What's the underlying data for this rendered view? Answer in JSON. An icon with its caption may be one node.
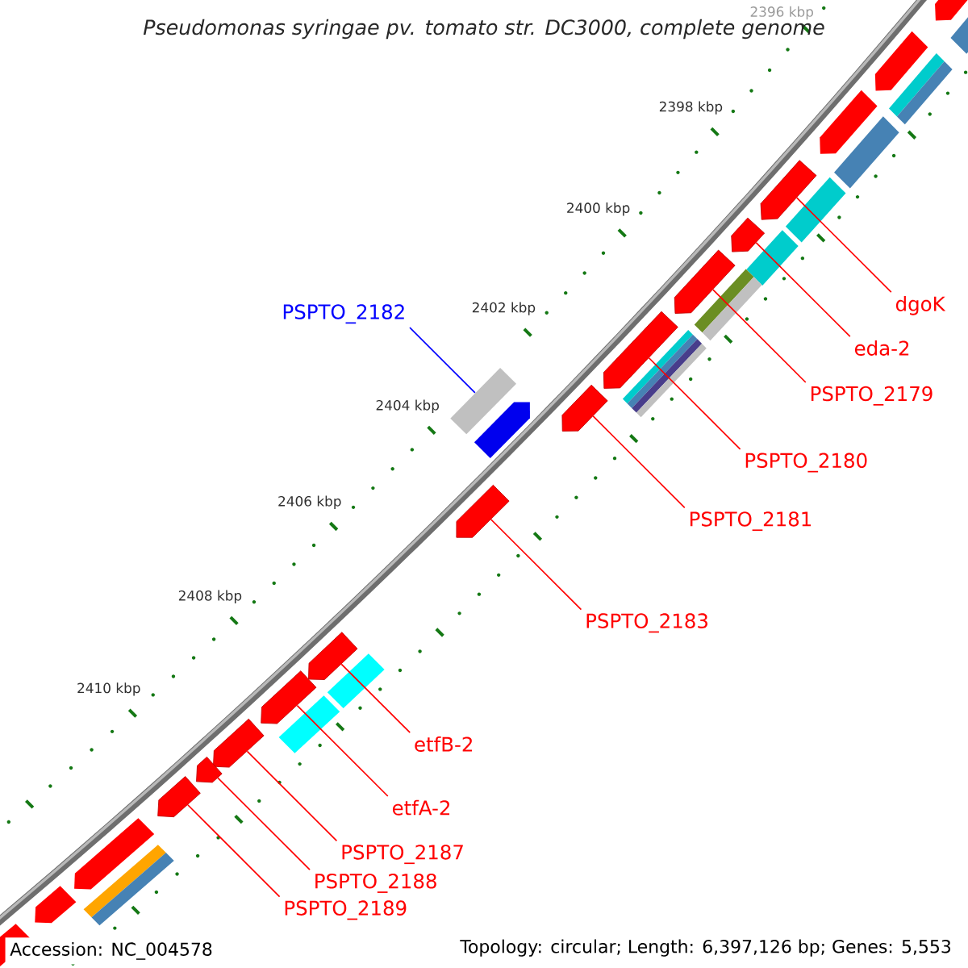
{
  "diagram": {
    "title": "Pseudomonas syringae pv. tomato str. DC3000, complete genome",
    "nodes": [
      {
        "text": [
          "dgoK"
        ]
      },
      {
        "text": [
          "PSPTO_2182"
        ]
      },
      {
        "text": [
          "eda-2"
        ]
      },
      {
        "text": [
          "PSPTO_2179"
        ]
      },
      {
        "text": [
          "PSPTO_2180"
        ]
      },
      {
        "text": [
          "PSPTO_2181"
        ]
      },
      {
        "text": [
          "PSPTO_2183"
        ]
      },
      {
        "text": [
          "etfB-2"
        ]
      },
      {
        "text": [
          "etfA-2"
        ]
      },
      {
        "text": [
          "PSPTO_2187"
        ]
      },
      {
        "text": [
          "PSPTO_2188"
        ]
      },
      {
        "text": [
          "PSPTO_2189"
        ]
      },
      {
        "text": [],
        "shape": "arrow"
      },
      {
        "text": [],
        "shape": "arrow"
      },
      {
        "text": [],
        "shape": "arrow"
      },
      {
        "text": [],
        "shape": "arrow"
      },
      {
        "text": [],
        "shape": "bar"
      },
      {
        "text": [],
        "shape": "arrow"
      },
      {
        "text": [],
        "shape": "arrow"
      },
      {
        "text": [],
        "shape": "arrow"
      },
      {
        "text": [],
        "shape": "arrow"
      },
      {
        "text": [],
        "shape": "arrow"
      },
      {
        "text": [],
        "shape": "arrow"
      },
      {
        "text": [],
        "shape": "arrow"
      }
    ],
    "edges": [
      {
        "from": 0,
        "to": 12,
        "arrow": "none"
      },
      {
        "from": 1,
        "to": 16,
        "arrow": "none",
        "color": "#0000ff"
      },
      {
        "from": 2,
        "to": 13,
        "arrow": "none"
      },
      {
        "from": 3,
        "to": 14,
        "arrow": "none"
      },
      {
        "from": 4,
        "to": 15,
        "arrow": "none"
      },
      {
        "from": 5,
        "to": 17,
        "arrow": "none"
      },
      {
        "from": 6,
        "to": 18,
        "arrow": "none"
      },
      {
        "from": 7,
        "to": 19,
        "arrow": "none"
      },
      {
        "from": 8,
        "to": 20,
        "arrow": "none"
      },
      {
        "from": 9,
        "to": 21,
        "arrow": "none"
      },
      {
        "from": 10,
        "to": 22,
        "arrow": "none"
      },
      {
        "from": 11,
        "to": 23,
        "arrow": "none"
      }
    ],
    "labels": [
      "2396 kbp",
      "2398 kbp",
      "2400 kbp",
      "2402 kbp",
      "2404 kbp",
      "2406 kbp",
      "2408 kbp",
      "2410 kbp",
      "Accession: NC_004578",
      "Topology: circular; Length: 6,397,126 bp; Genes: 5,553"
    ]
  }
}
